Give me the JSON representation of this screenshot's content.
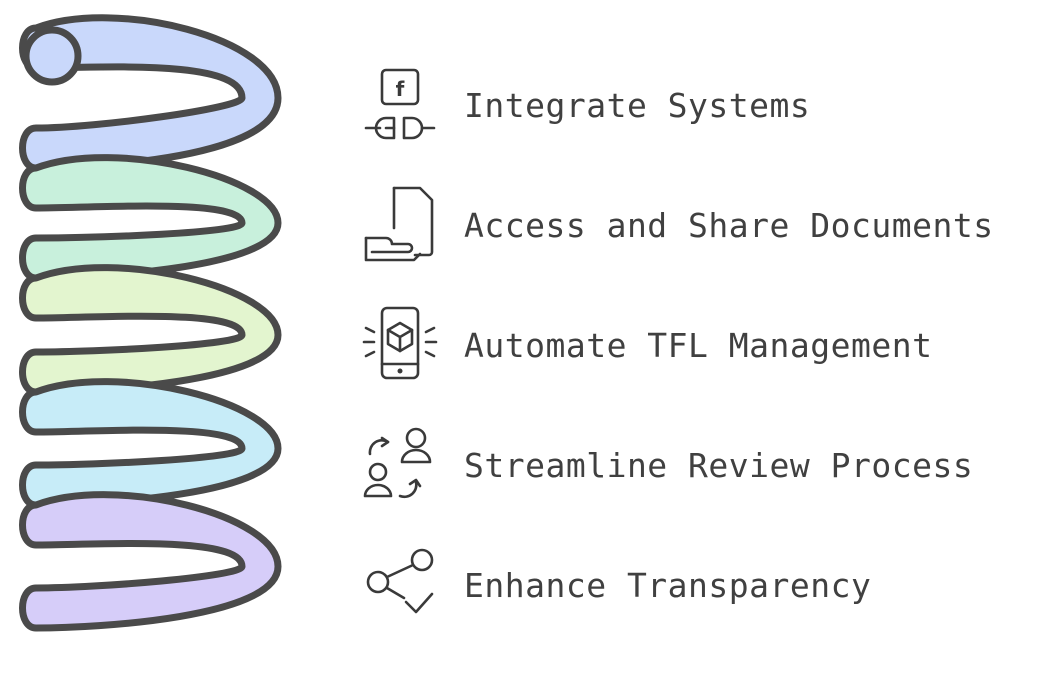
{
  "items": [
    {
      "label": "Integrate Systems",
      "icon": "integration-icon",
      "color": "#c9d8fb"
    },
    {
      "label": "Access and Share Documents",
      "icon": "document-share-icon",
      "color": "#c8f0dc"
    },
    {
      "label": "Automate TFL Management",
      "icon": "mobile-package-icon",
      "color": "#e3f5cf"
    },
    {
      "label": "Streamline Review Process",
      "icon": "review-users-icon",
      "color": "#c7ecf8"
    },
    {
      "label": "Enhance Transparency",
      "icon": "share-check-icon",
      "color": "#d6cdf9"
    }
  ],
  "icons": {
    "integration_letter": "f"
  },
  "colors": {
    "outline": "#4a4a4a",
    "text": "#404040"
  }
}
